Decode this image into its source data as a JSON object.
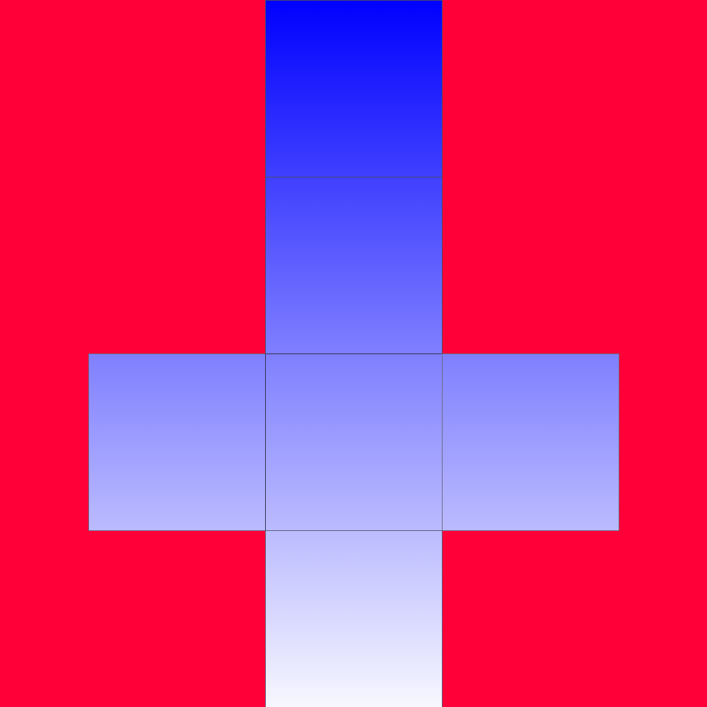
{
  "colors": {
    "background": "#FF0038",
    "gradient_top": "#0000FF",
    "gradient_middle": "#7F7FFF",
    "gradient_bottom": "#F7F7FF",
    "face_border": "#4a4a6a"
  },
  "net": {
    "shape": "cross",
    "faces": [
      {
        "id": "top"
      },
      {
        "id": "upper"
      },
      {
        "id": "left"
      },
      {
        "id": "center"
      },
      {
        "id": "right"
      },
      {
        "id": "bottom"
      }
    ]
  }
}
